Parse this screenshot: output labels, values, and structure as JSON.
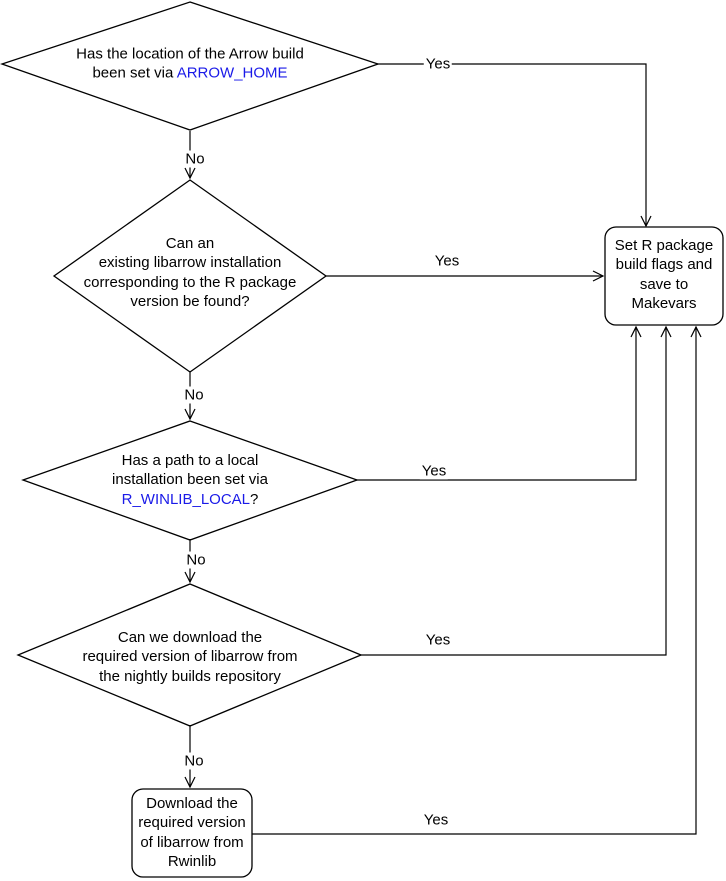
{
  "colors": {
    "stroke": "#000000",
    "text": "#000000",
    "code_text": "#1A1AE8",
    "node_fill": "#FFFFFF"
  },
  "labels": {
    "yes": "Yes",
    "no": "No"
  },
  "nodes": {
    "arrow_home": {
      "line1": "Has the location of the Arrow build",
      "line2_text": "been set via ",
      "line2_code": "ARROW_HOME"
    },
    "existing_install": {
      "line1": "Can an",
      "line2": "existing libarrow installation",
      "line3": "corresponding to the R package",
      "line4": "version be found?"
    },
    "rwinlib_local": {
      "line1": "Has a path to a local",
      "line2": "installation been set via",
      "line3_code": "R_WINLIB_LOCAL",
      "line3_suffix": "?"
    },
    "nightly_download": {
      "line1": "Can we download the",
      "line2": "required version of libarrow from",
      "line3": "the nightly builds repository"
    },
    "download_rwinlib": {
      "line1": "Download the",
      "line2": "required version",
      "line3": "of libarrow from",
      "line4": "Rwinlib"
    },
    "set_makevars": {
      "line1": "Set R package",
      "line2": "build flags and",
      "line3": "save to",
      "line4": "Makevars"
    }
  }
}
